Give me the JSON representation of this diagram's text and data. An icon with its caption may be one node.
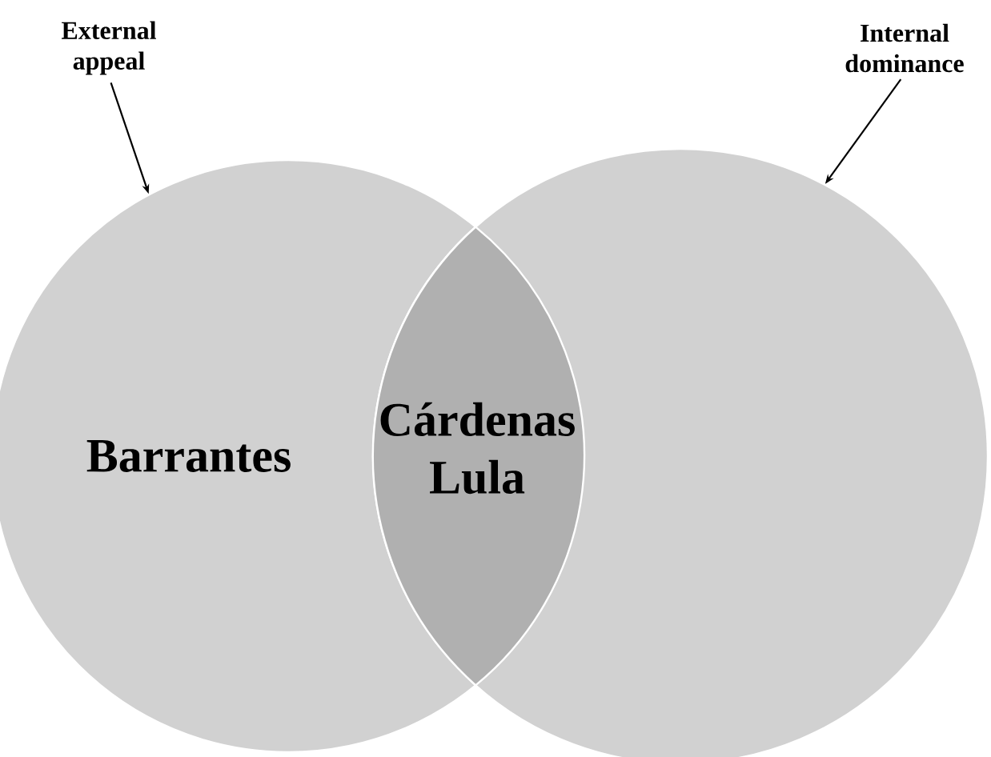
{
  "diagram": {
    "nodes": [
      {
        "text": [
          "External appeal"
        ]
      },
      {
        "text": [
          "Internal dominance"
        ]
      },
      {
        "text": [
          "Barrantes"
        ]
      },
      {
        "text": [],
        "shape": "circle"
      },
      {
        "text": [
          "Cárdenas Lula"
        ]
      }
    ],
    "edges": [
      {
        "from": 0,
        "to": 2,
        "arrow": "to"
      },
      {
        "from": 1,
        "to": 3,
        "arrow": "to"
      }
    ]
  }
}
